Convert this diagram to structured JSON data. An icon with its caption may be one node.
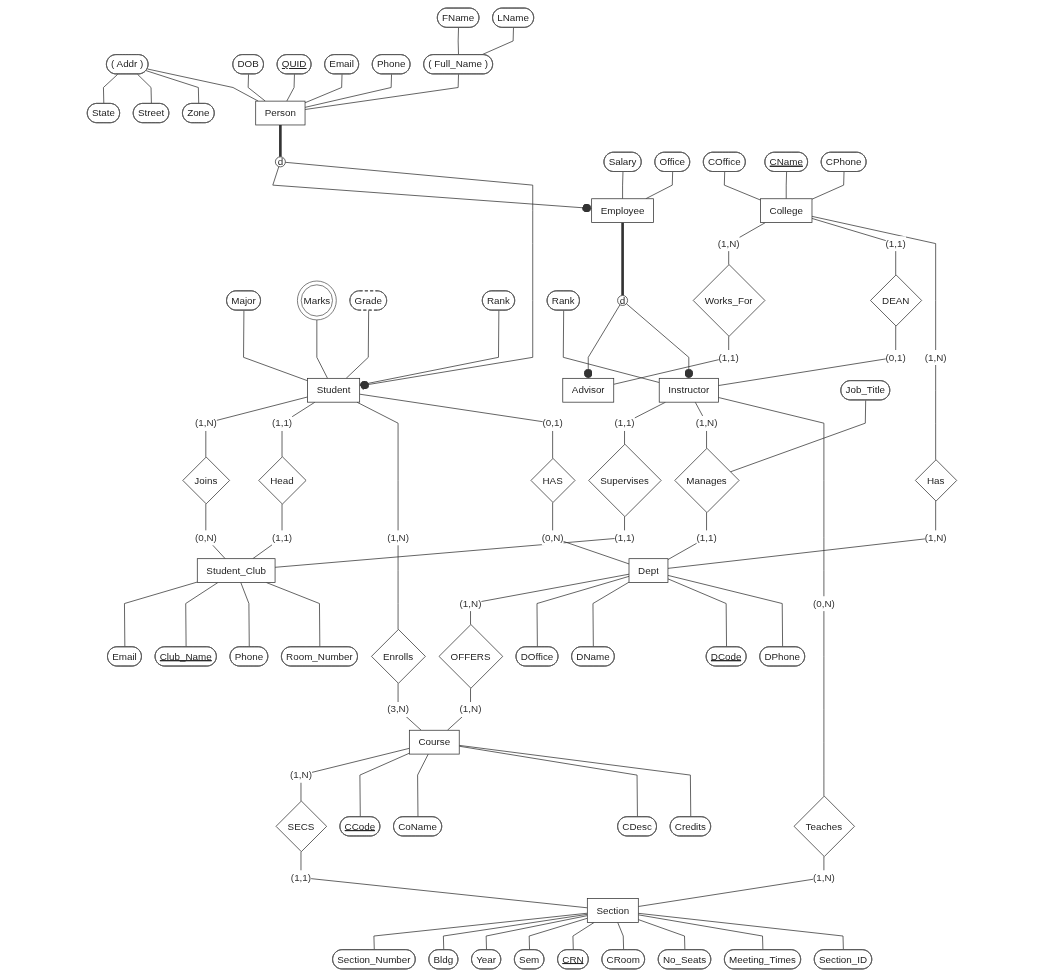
{
  "diagram": {
    "nodes": [
      {
        "text": [
          "State"
        ]
      },
      {
        "text": [
          "Street"
        ]
      },
      {
        "text": [
          "Zone"
        ]
      },
      {
        "text": [
          "( Addr )"
        ]
      },
      {
        "text": [
          "DOB"
        ]
      },
      {
        "text": [
          "QUID"
        ]
      },
      {
        "text": [
          "Email"
        ]
      },
      {
        "text": [
          "Phone"
        ]
      },
      {
        "text": [
          "FName"
        ]
      },
      {
        "text": [
          "LName"
        ]
      },
      {
        "text": [
          "( Full_Name )"
        ]
      },
      {
        "text": [
          "Person"
        ]
      },
      {
        "text": [
          "d"
        ]
      },
      {
        "text": [
          "Salary"
        ]
      },
      {
        "text": [
          "Office"
        ]
      },
      {
        "text": [
          "Employee"
        ]
      },
      {
        "text": [
          "Major"
        ]
      },
      {
        "text": [
          "Marks"
        ]
      },
      {
        "text": [
          "Grade"
        ]
      },
      {
        "text": [
          "Rank"
        ]
      },
      {
        "text": [
          "Student"
        ]
      },
      {
        "text": [
          "Advisor"
        ]
      },
      {
        "text": [
          "d"
        ]
      },
      {
        "text": [
          "Rank"
        ]
      },
      {
        "text": [
          "COffice"
        ]
      },
      {
        "text": [
          "Works_For"
        ]
      },
      {
        "text": [
          "CName"
        ]
      },
      {
        "text": [
          "College"
        ]
      },
      {
        "text": [
          "DEAN"
        ]
      },
      {
        "text": [
          "Instructor"
        ]
      },
      {
        "text": [
          "Supervises"
        ]
      },
      {
        "text": [
          "Joins"
        ]
      },
      {
        "text": [
          "Head"
        ]
      },
      {
        "text": [
          "Student_Club"
        ]
      },
      {
        "text": [
          "CPhone"
        ]
      },
      {
        "text": [
          "Email"
        ]
      },
      {
        "text": [
          "Club_Name"
        ]
      },
      {
        "text": [
          "Phone"
        ]
      },
      {
        "text": [
          "Room_Number"
        ]
      },
      {
        "text": [
          "Job_Title"
        ]
      },
      {
        "text": [
          "Has"
        ]
      },
      {
        "text": [
          "Manages"
        ]
      },
      {
        "text": [
          "Enrolls"
        ]
      },
      {
        "text": [
          "HAS"
        ]
      },
      {
        "text": [
          "Teaches"
        ]
      },
      {
        "text": [
          "Dept"
        ]
      },
      {
        "text": [
          "OFFERS"
        ]
      },
      {
        "text": [
          "Course"
        ]
      },
      {
        "text": [
          "SECS"
        ]
      },
      {
        "text": [
          "Section"
        ]
      },
      {
        "text": [
          "Section_Number"
        ]
      },
      {
        "text": [
          "Bldg"
        ]
      },
      {
        "text": [
          "Year"
        ]
      },
      {
        "text": [
          "Sem"
        ]
      },
      {
        "text": [
          "CRN"
        ]
      },
      {
        "text": [
          "CRoom"
        ]
      },
      {
        "text": [
          "No_Seats"
        ]
      },
      {
        "text": [
          "Meeting_Times"
        ]
      },
      {
        "text": [
          "Section_ID"
        ]
      },
      {
        "text": [
          "CCode"
        ]
      },
      {
        "text": [
          "CoName"
        ]
      },
      {
        "text": [
          "CDesc"
        ]
      },
      {
        "text": [
          "Credits"
        ]
      },
      {
        "text": [
          "DOffice"
        ]
      },
      {
        "text": [
          "DName"
        ]
      },
      {
        "text": [
          "DCode"
        ]
      },
      {
        "text": [
          "DPhone"
        ]
      }
    ],
    "edges": [
      {
        "from": 3,
        "to": 0,
        "arrow": "none"
      },
      {
        "from": 3,
        "to": 1,
        "arrow": "none"
      },
      {
        "from": 3,
        "to": 2,
        "arrow": "none"
      },
      {
        "from": 3,
        "to": 11,
        "arrow": "none"
      },
      {
        "from": 4,
        "to": 11,
        "arrow": "none"
      },
      {
        "from": 5,
        "to": 11,
        "arrow": "none"
      },
      {
        "from": 6,
        "to": 11,
        "arrow": "none"
      },
      {
        "from": 7,
        "to": 11,
        "arrow": "none"
      },
      {
        "from": 10,
        "to": 11,
        "arrow": "none"
      },
      {
        "from": 8,
        "to": 10,
        "arrow": "none"
      },
      {
        "from": 9,
        "to": 10,
        "arrow": "none"
      },
      {
        "from": 11,
        "to": 12,
        "arrow": "none",
        "style": "thick"
      },
      {
        "from": 12,
        "to": 15,
        "arrow": "other"
      },
      {
        "from": 12,
        "to": 20,
        "arrow": "other"
      },
      {
        "from": 13,
        "to": 15,
        "arrow": "none"
      },
      {
        "from": 14,
        "to": 15,
        "arrow": "none"
      },
      {
        "from": 16,
        "to": 20,
        "arrow": "none"
      },
      {
        "from": 17,
        "to": 20,
        "arrow": "none"
      },
      {
        "from": 18,
        "to": 20,
        "arrow": "none"
      },
      {
        "from": 19,
        "to": 20,
        "arrow": "none"
      },
      {
        "from": 15,
        "to": 22,
        "arrow": "none",
        "style": "thick"
      },
      {
        "from": 22,
        "to": 21,
        "arrow": "other"
      },
      {
        "from": 22,
        "to": 29,
        "arrow": "other"
      },
      {
        "from": 23,
        "to": 29,
        "arrow": "none"
      },
      {
        "from": 24,
        "to": 27,
        "arrow": "none"
      },
      {
        "from": 26,
        "to": 27,
        "arrow": "none"
      },
      {
        "from": 34,
        "to": 27,
        "arrow": "none"
      },
      {
        "from": 27,
        "to": 25,
        "arrow": "none",
        "label": "(1,N)"
      },
      {
        "from": 25,
        "to": 21,
        "arrow": "none",
        "label": "(1,1)"
      },
      {
        "from": 27,
        "to": 28,
        "arrow": "none",
        "label": "(1,1)"
      },
      {
        "from": 28,
        "to": 29,
        "arrow": "none",
        "label": "(0,1)"
      },
      {
        "from": 29,
        "to": 30,
        "arrow": "none",
        "label": "(1,1)"
      },
      {
        "from": 30,
        "to": 33,
        "arrow": "none",
        "label": "(1,1)"
      },
      {
        "from": 20,
        "to": 31,
        "arrow": "none",
        "label": "(1,N)"
      },
      {
        "from": 31,
        "to": 33,
        "arrow": "none",
        "label": "(0,N)"
      },
      {
        "from": 20,
        "to": 32,
        "arrow": "none",
        "label": "(1,1)"
      },
      {
        "from": 32,
        "to": 33,
        "arrow": "none",
        "label": "(1,1)"
      },
      {
        "from": 33,
        "to": 35,
        "arrow": "none"
      },
      {
        "from": 33,
        "to": 36,
        "arrow": "none"
      },
      {
        "from": 33,
        "to": 37,
        "arrow": "none"
      },
      {
        "from": 33,
        "to": 38,
        "arrow": "none"
      },
      {
        "from": 27,
        "to": 40,
        "arrow": "none",
        "label": "(1,N)"
      },
      {
        "from": 40,
        "to": 45,
        "arrow": "none",
        "label": "(1,N)"
      },
      {
        "from": 29,
        "to": 41,
        "arrow": "none",
        "label": "(1,N)"
      },
      {
        "from": 41,
        "to": 45,
        "arrow": "none",
        "label": "(1,1)"
      },
      {
        "from": 39,
        "to": 41,
        "arrow": "none"
      },
      {
        "from": 20,
        "to": 42,
        "arrow": "none",
        "label": "(1,N)"
      },
      {
        "from": 42,
        "to": 47,
        "arrow": "none",
        "label": "(3,N)"
      },
      {
        "from": 20,
        "to": 43,
        "arrow": "none",
        "label": "(0,1)"
      },
      {
        "from": 43,
        "to": 45,
        "arrow": "none",
        "label": "(0,N)"
      },
      {
        "from": 29,
        "to": 44,
        "arrow": "none",
        "label": "(0,N)"
      },
      {
        "from": 44,
        "to": 49,
        "arrow": "none",
        "label": "(1,N)"
      },
      {
        "from": 45,
        "to": 46,
        "arrow": "none",
        "label": "(1,N)"
      },
      {
        "from": 46,
        "to": 47,
        "arrow": "none",
        "label": "(1,N)"
      },
      {
        "from": 47,
        "to": 48,
        "arrow": "none",
        "label": "(1,N)"
      },
      {
        "from": 48,
        "to": 49,
        "arrow": "none",
        "label": "(1,1)"
      },
      {
        "from": 49,
        "to": 50,
        "arrow": "none"
      },
      {
        "from": 49,
        "to": 51,
        "arrow": "none"
      },
      {
        "from": 49,
        "to": 52,
        "arrow": "none"
      },
      {
        "from": 49,
        "to": 53,
        "arrow": "none"
      },
      {
        "from": 49,
        "to": 54,
        "arrow": "none"
      },
      {
        "from": 49,
        "to": 55,
        "arrow": "none"
      },
      {
        "from": 49,
        "to": 56,
        "arrow": "none"
      },
      {
        "from": 49,
        "to": 57,
        "arrow": "none"
      },
      {
        "from": 49,
        "to": 58,
        "arrow": "none"
      },
      {
        "from": 47,
        "to": 59,
        "arrow": "none"
      },
      {
        "from": 47,
        "to": 60,
        "arrow": "none"
      },
      {
        "from": 47,
        "to": 61,
        "arrow": "none"
      },
      {
        "from": 47,
        "to": 62,
        "arrow": "none"
      },
      {
        "from": 45,
        "to": 63,
        "arrow": "none"
      },
      {
        "from": 45,
        "to": 64,
        "arrow": "none"
      },
      {
        "from": 45,
        "to": 65,
        "arrow": "none"
      },
      {
        "from": 45,
        "to": 66,
        "arrow": "none"
      }
    ]
  }
}
